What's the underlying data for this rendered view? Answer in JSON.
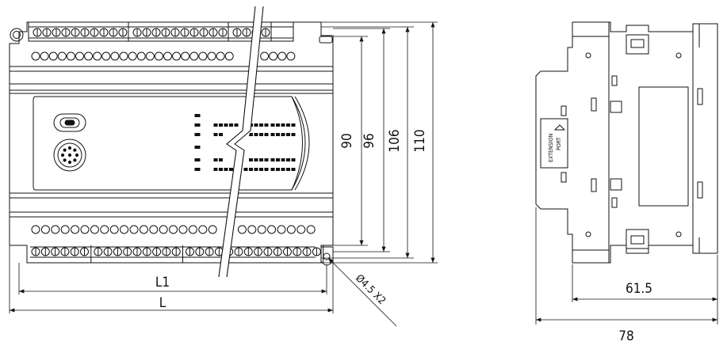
{
  "front_view": {
    "dimensions": {
      "h90": "90",
      "h96": "96",
      "h106": "106",
      "h110": "110",
      "l1": "L1",
      "l": "L",
      "hole": "Ø4.5 X2"
    },
    "top_terminal_groups": [
      10,
      10,
      4
    ],
    "bottom_terminal_groups": [
      6,
      9,
      14
    ],
    "top_circle_count": 30,
    "bottom_circle_count": 29,
    "led_columns": 3
  },
  "side_view": {
    "label_line1": "EXTENSION",
    "label_line2": "PORT",
    "dim_inner": "61.5",
    "dim_outer": "78"
  }
}
